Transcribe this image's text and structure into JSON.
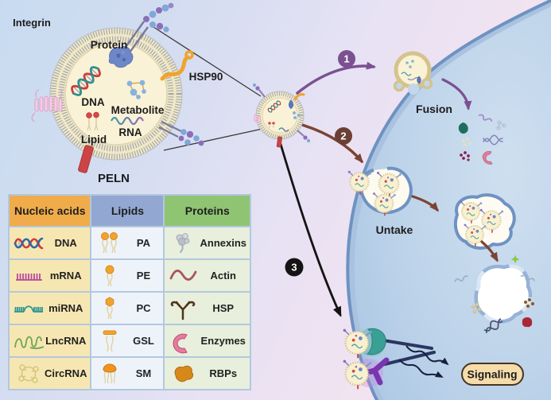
{
  "figure": {
    "peln": {
      "name": "PELN",
      "labels": {
        "integrin": "Integrin",
        "protein": "Protein",
        "hsp90": "HSP90",
        "dna": "DNA",
        "metabolite": "Metabolite",
        "lipid": "Lipid",
        "rna": "RNA"
      }
    },
    "pathways": {
      "one": {
        "num": "1",
        "label": "Fusion",
        "color": "#7b5191"
      },
      "two": {
        "num": "2",
        "label": "Untake",
        "color": "#7a4534"
      },
      "three": {
        "num": "3",
        "label": "",
        "color": "#141414"
      }
    },
    "signaling": {
      "label": "Signaling",
      "fill": "#f6dcab",
      "border": "#473522"
    }
  },
  "legend": {
    "columns": [
      {
        "header": "Nucleic acids",
        "header_color": "#f0ac4a",
        "cell_color": "#f6e7b2",
        "items": [
          {
            "icon": "dna-icon",
            "label": "DNA"
          },
          {
            "icon": "mrna-icon",
            "label": "mRNA"
          },
          {
            "icon": "mirna-icon",
            "label": "miRNA"
          },
          {
            "icon": "lncrna-icon",
            "label": "LncRNA"
          },
          {
            "icon": "circrna-icon",
            "label": "CircRNA"
          }
        ]
      },
      {
        "header": "Lipids",
        "header_color": "#92a8d2",
        "cell_color": "#eef3fa",
        "items": [
          {
            "icon": "pa-icon",
            "label": "PA"
          },
          {
            "icon": "pe-icon",
            "label": "PE"
          },
          {
            "icon": "pc-icon",
            "label": "PC"
          },
          {
            "icon": "gsl-icon",
            "label": "GSL"
          },
          {
            "icon": "sm-icon",
            "label": "SM"
          }
        ]
      },
      {
        "header": "Proteins",
        "header_color": "#8fc473",
        "cell_color": "#e8efdc",
        "items": [
          {
            "icon": "annexins-icon",
            "label": "Annexins"
          },
          {
            "icon": "actin-icon",
            "label": "Actin"
          },
          {
            "icon": "hsp-icon",
            "label": "HSP"
          },
          {
            "icon": "enzymes-icon",
            "label": "Enzymes"
          },
          {
            "icon": "rbps-icon",
            "label": "RBPs"
          }
        ]
      }
    ]
  },
  "colors": {
    "background_left": "#c7dbf0",
    "background_mid": "#e7e2f4",
    "cell_fill": "#bed4ea",
    "cell_membrane": "#6e92c2",
    "vesicle_lumen": "#faf2d6",
    "vesicle_membrane": "#a2a8b2"
  }
}
